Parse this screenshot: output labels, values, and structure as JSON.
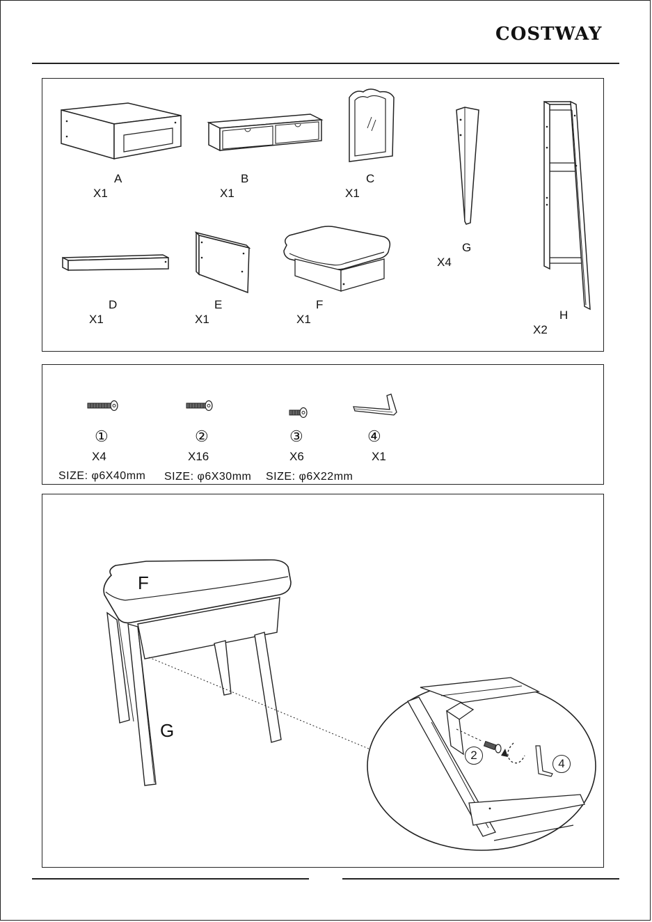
{
  "header": {
    "brand": "COSTWAY"
  },
  "parts": [
    {
      "letter": "A",
      "qty": "X1"
    },
    {
      "letter": "B",
      "qty": "X1"
    },
    {
      "letter": "C",
      "qty": "X1"
    },
    {
      "letter": "D",
      "qty": "X1"
    },
    {
      "letter": "E",
      "qty": "X1"
    },
    {
      "letter": "F",
      "qty": "X1"
    },
    {
      "letter": "G",
      "qty": "X4"
    },
    {
      "letter": "H",
      "qty": "X2"
    }
  ],
  "hardware": [
    {
      "num": "①",
      "qty": "X4",
      "size": "SIZE: φ6X40mm"
    },
    {
      "num": "②",
      "qty": "X16",
      "size": "SIZE: φ6X30mm"
    },
    {
      "num": "③",
      "qty": "X6",
      "size": "SIZE: φ6X22mm"
    },
    {
      "num": "④",
      "qty": "X1"
    }
  ],
  "step": {
    "label_seat": "F",
    "label_leg": "G",
    "detail_bolt": "2",
    "detail_key": "4"
  },
  "colors": {
    "line": "#222222",
    "background": "#ffffff"
  }
}
